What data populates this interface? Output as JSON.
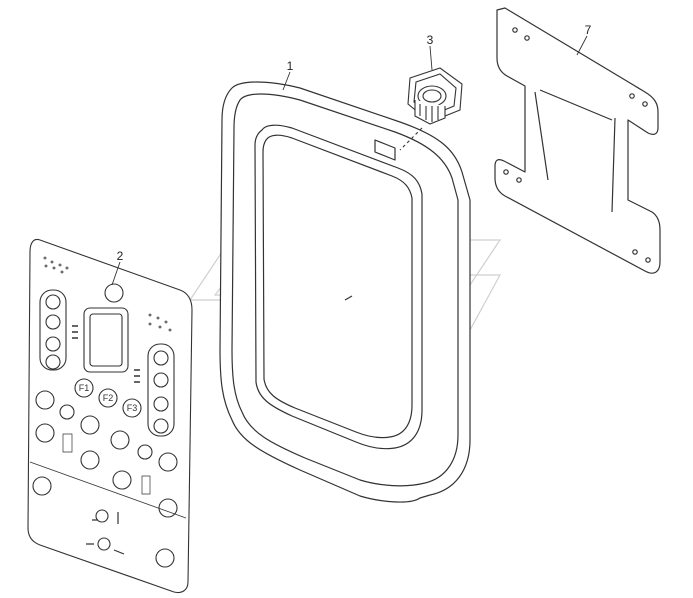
{
  "callouts": [
    {
      "id": "1",
      "text": "1"
    },
    {
      "id": "2",
      "text": "2"
    },
    {
      "id": "3",
      "text": "3"
    },
    {
      "id": "7",
      "text": "7"
    }
  ],
  "keypad": {
    "f1": "F1",
    "f2": "F2",
    "f3": "F3"
  },
  "colors": {
    "line": "#333333",
    "watermark": "#cfcfcf",
    "panel_fill": "#ffffff"
  }
}
